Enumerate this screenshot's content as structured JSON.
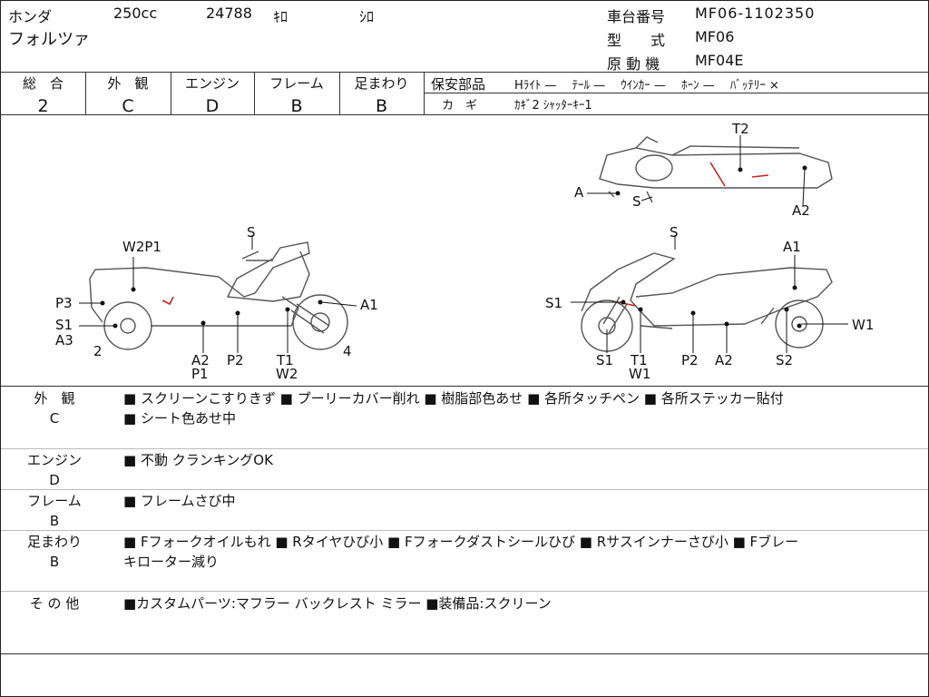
{
  "header": {
    "maker": "ホンダ",
    "displacement": "250cc",
    "mileage": "24788",
    "mileage_unit": "ｷﾛ",
    "color": "ｼﾛ",
    "model_name": "フォルツァ",
    "frame_no_label": "車台番号",
    "frame_no": "MF06-1102350",
    "type_label": "型　　式",
    "type_value": "MF06",
    "engine_label": "原 動 機",
    "engine_value": "MF04E"
  },
  "grades": [
    {
      "label": "総　合",
      "value": "2"
    },
    {
      "label": "外　観",
      "value": "C"
    },
    {
      "label": "エンジン",
      "value": "D"
    },
    {
      "label": "フレーム",
      "value": "B"
    },
    {
      "label": "足まわり",
      "value": "B"
    }
  ],
  "parts": {
    "label": "保安部品",
    "line1": "Hﾗｲﾄ —　 ﾃｰﾙ —　 ｳｲﾝｶｰ —　 ﾎｰﾝ —　 ﾊﾞｯﾃﾘｰ ×",
    "key_label": "カ　ギ",
    "key_value": "ｶｷﾞ2 ｼｬｯﾀｰｷｰ1"
  },
  "diagram": {
    "left": [
      "S",
      "W2P1",
      "P3",
      "S1",
      "A3",
      "2",
      "A2",
      "P1",
      "P2",
      "T1",
      "W2",
      "4",
      "A1"
    ],
    "right": [
      "S",
      "A1",
      "S1",
      "W1",
      "S1",
      "T1",
      "W1",
      "P2",
      "A2",
      "S2"
    ],
    "top": [
      "T2",
      "A",
      "S",
      "A2"
    ]
  },
  "sections": [
    {
      "label": "外　観",
      "grade": "C",
      "lines": [
        "■ スクリーンこすりきず ■ プーリーカバー削れ ■ 樹脂部色あせ ■ 各所タッチペン ■ 各所ステッカー貼付",
        "■ シート色あせ中"
      ]
    },
    {
      "label": "エンジン",
      "grade": "D",
      "lines": [
        "■ 不動 クランキングOK"
      ]
    },
    {
      "label": "フレーム",
      "grade": "B",
      "lines": [
        "■ フレームさび中"
      ]
    },
    {
      "label": "足まわり",
      "grade": "B",
      "lines": [
        "■ Fフォークオイルもれ ■ Rタイヤひび小 ■ Fフォークダストシールひび ■ Rサスインナーさび小 ■ Fブレー",
        "キローター減り"
      ]
    },
    {
      "label": "そ の 他",
      "grade": "",
      "lines": [
        "■カスタムパーツ:マフラー バックレスト ミラー ■装備品:スクリーン"
      ]
    }
  ],
  "colors": {
    "damage": "#cc2222",
    "line": "#333333"
  }
}
